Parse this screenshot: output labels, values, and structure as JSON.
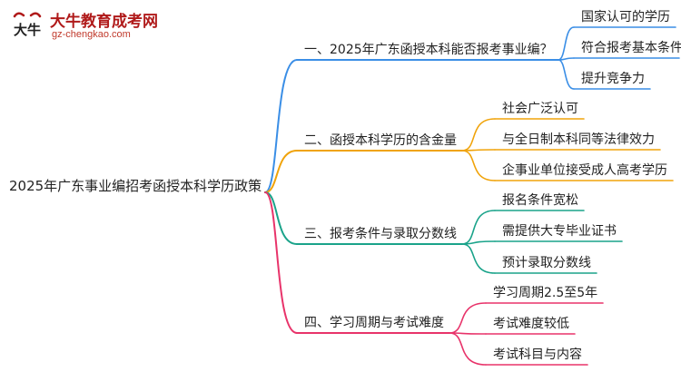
{
  "logo": {
    "title": "大牛教育成考网",
    "url": "gz-chengkao.com",
    "mark_text": "大牛"
  },
  "mindmap": {
    "root": "2025年广东事业编招考函授本科学历政策",
    "branches": [
      {
        "label": "一、2025年广东函授本科能否报考事业编？",
        "color": "#3a8ee6",
        "children": [
          "国家认可的学历",
          "符合报考基本条件",
          "提升竞争力"
        ]
      },
      {
        "label": "二、函授本科学历的含金量",
        "color": "#f0a30a",
        "children": [
          "社会广泛认可",
          "与全日制本科同等法律效力",
          "企事业单位接受成人高考学历"
        ]
      },
      {
        "label": "三、报考条件与录取分数线",
        "color": "#1aa38a",
        "children": [
          "报名条件宽松",
          "需提供大专毕业证书",
          "预计录取分数线"
        ]
      },
      {
        "label": "四、学习周期与考试难度",
        "color": "#e8336a",
        "children": [
          "学习周期2.5至5年",
          "考试难度较低",
          "考试科目与内容"
        ]
      }
    ]
  }
}
